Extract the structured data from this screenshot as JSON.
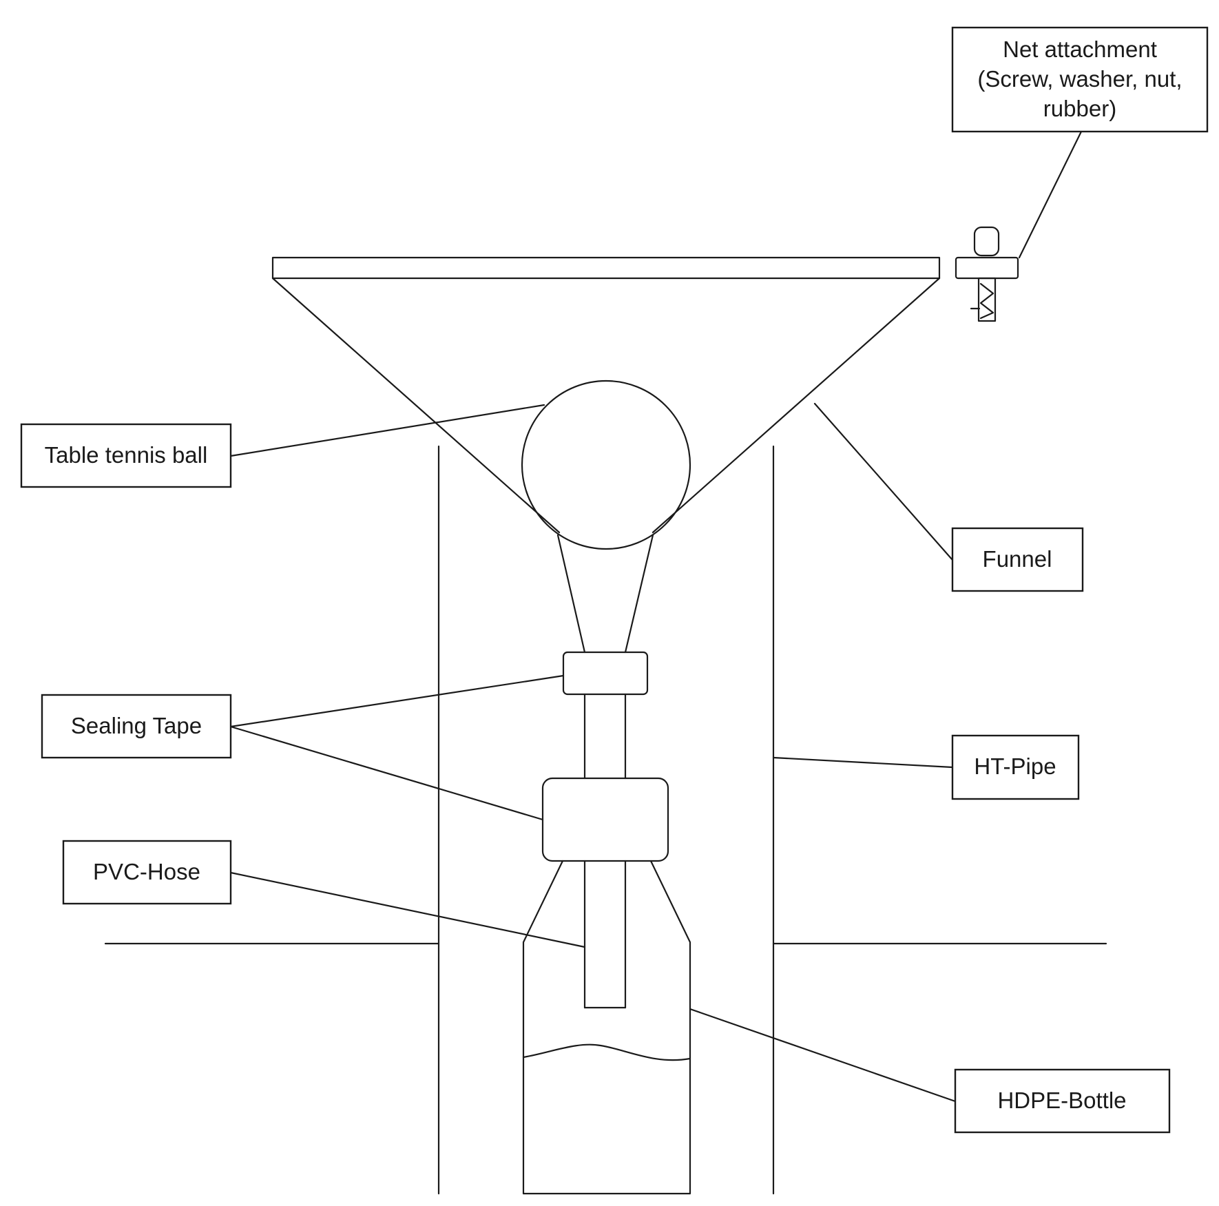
{
  "labels": {
    "net_attachment": [
      "Net attachment",
      "(Screw, washer, nut,",
      "rubber)"
    ],
    "table_tennis_ball": "Table tennis ball",
    "funnel": "Funnel",
    "sealing_tape": "Sealing Tape",
    "ht_pipe": "HT-Pipe",
    "pvc_hose": "PVC-Hose",
    "hdpe_bottle": "HDPE-Bottle"
  }
}
